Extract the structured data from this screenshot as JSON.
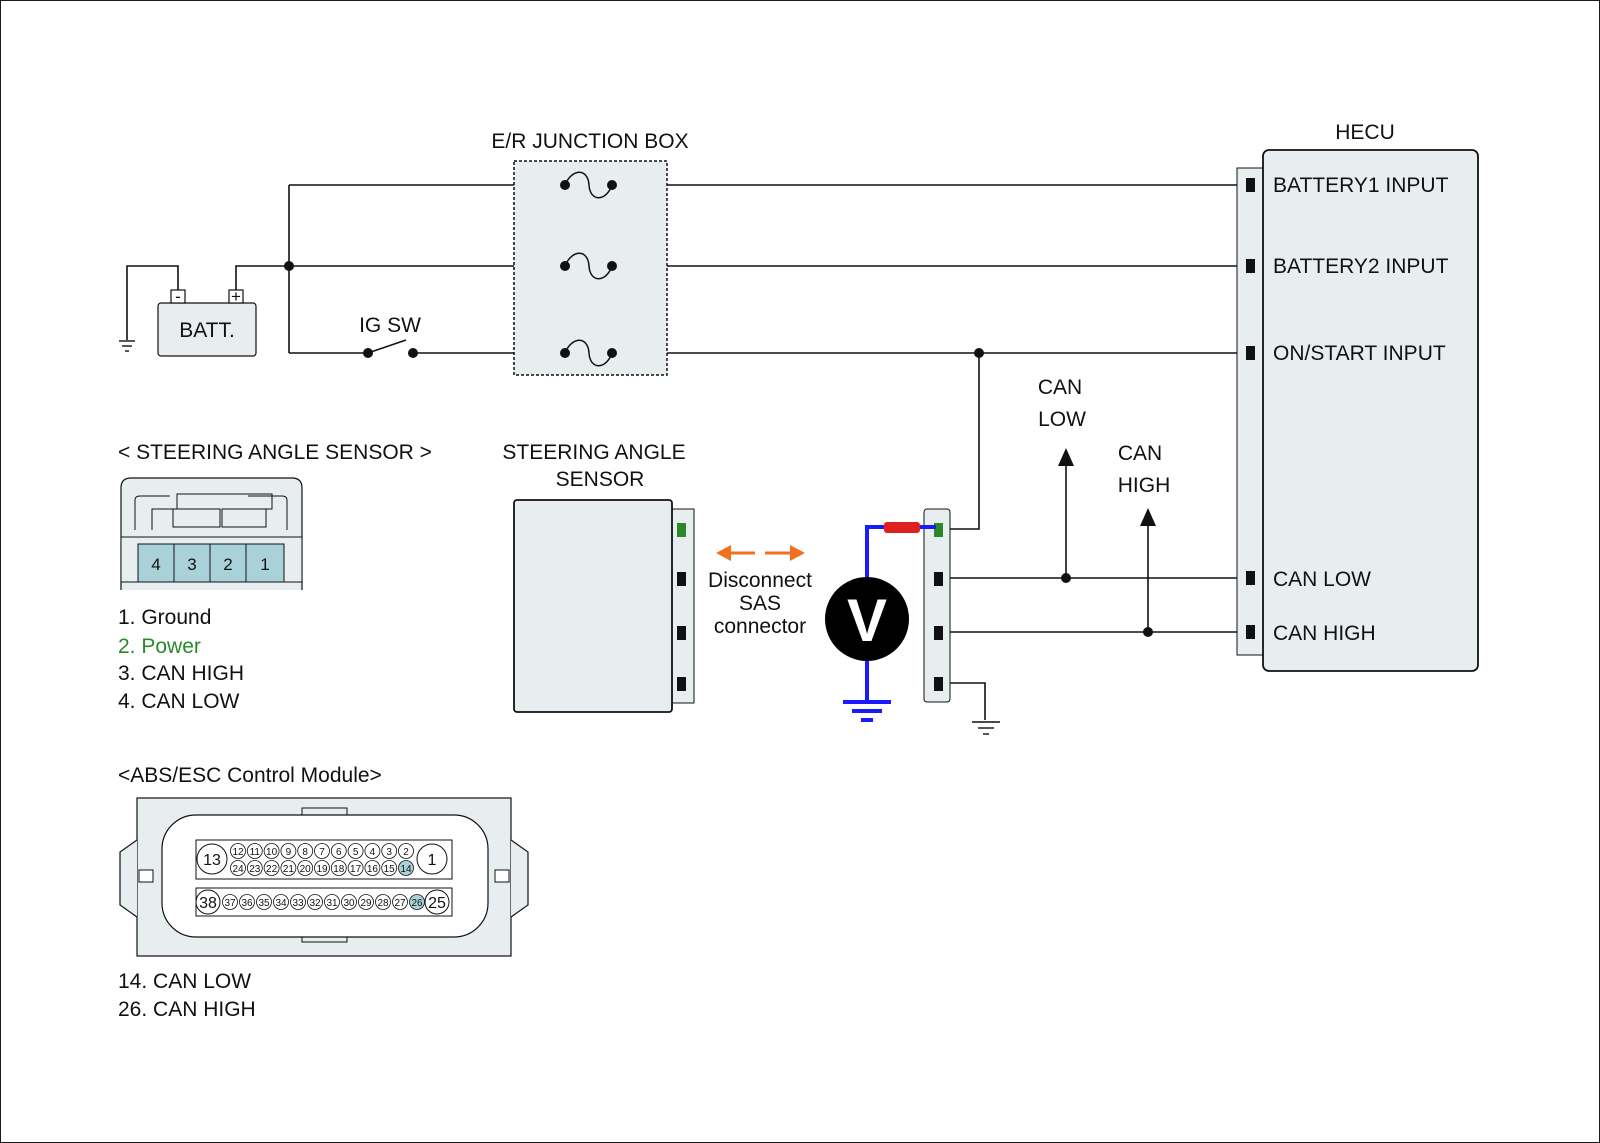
{
  "labels": {
    "junction_box": "E/R JUNCTION BOX",
    "hecu": "HECU",
    "battery": "BATT.",
    "battery_minus": "-",
    "battery_plus": "+",
    "ig_sw": "IG SW",
    "sas_title_line1": "STEERING ANGLE",
    "sas_title_line2": "SENSOR",
    "can_low_arrow_line1": "CAN",
    "can_low_arrow_line2": "LOW",
    "can_high_arrow_line1": "CAN",
    "can_high_arrow_line2": "HIGH",
    "disconnect_line1": "Disconnect",
    "disconnect_line2": "SAS",
    "disconnect_line3": "connector",
    "voltmeter": "V"
  },
  "hecu_pins": [
    "BATTERY1 INPUT",
    "BATTERY2 INPUT",
    "ON/START INPUT",
    "CAN LOW",
    "CAN HIGH"
  ],
  "sas_connector": {
    "title": "< STEERING ANGLE SENSOR >",
    "pin_numbers": [
      "4",
      "3",
      "2",
      "1"
    ],
    "pin_list": [
      "1. Ground",
      "2. Power",
      "3. CAN HIGH",
      "4. CAN LOW"
    ],
    "highlight_color": "#2a8a2a"
  },
  "abs_connector": {
    "title": "<ABS/ESC Control Module>",
    "row1_big_left": "13",
    "row1_big_right": "1",
    "row1_top": [
      "12",
      "11",
      "10",
      "9",
      "8",
      "7",
      "6",
      "5",
      "4",
      "3",
      "2"
    ],
    "row1_bottom": [
      "24",
      "23",
      "22",
      "21",
      "20",
      "19",
      "18",
      "17",
      "16",
      "15",
      "14"
    ],
    "row2_big_left": "38",
    "row2_big_right": "25",
    "row2": [
      "37",
      "36",
      "35",
      "34",
      "33",
      "32",
      "31",
      "30",
      "29",
      "28",
      "27",
      "26"
    ],
    "pin_list": [
      "14. CAN LOW",
      "26. CAN HIGH"
    ]
  },
  "colors": {
    "box_fill": "#e8eeef",
    "pin_fill": "#a9d2d8",
    "probe_positive": "#e02020",
    "probe_ground": "#1a1aff",
    "disconnect_arrow": "#f07020",
    "highlight_pin": "#2a8a2a"
  }
}
